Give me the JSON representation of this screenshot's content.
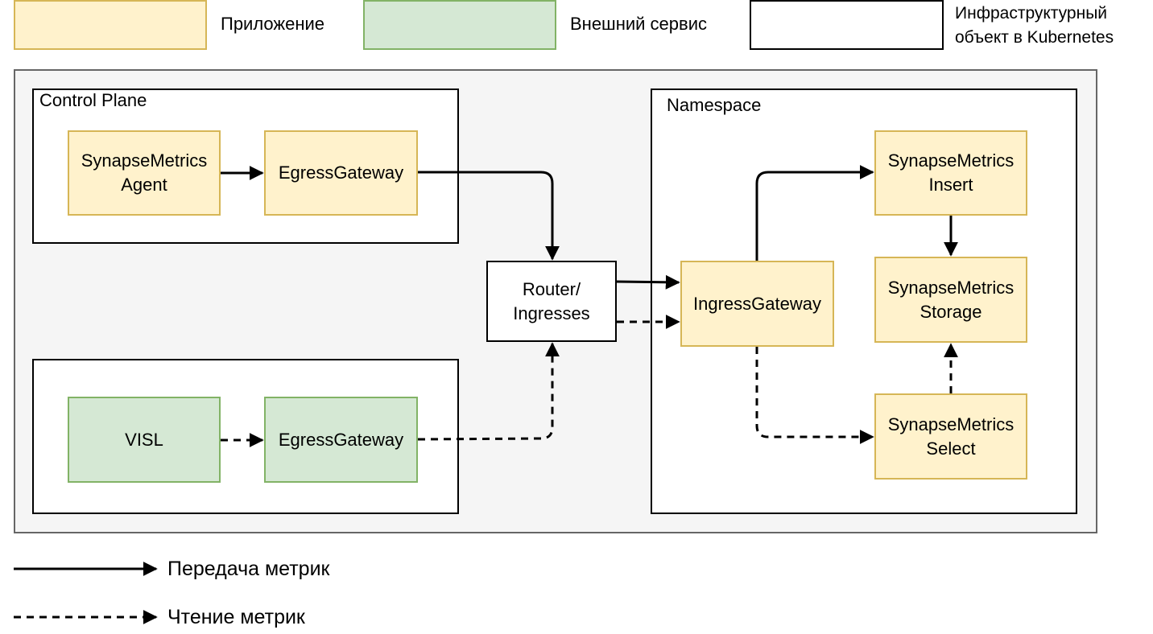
{
  "legend": {
    "application": "Приложение",
    "external_service": "Внешний сервис",
    "infra_object": "Инфраструктурный\nобъект в Kubernetes",
    "send_metrics": "Передача метрик",
    "read_metrics": "Чтение метрик"
  },
  "control_plane": {
    "title": "Control Plane",
    "agent": "SynapseMetrics\nAgent",
    "egress": "EgressGateway"
  },
  "visl_block": {
    "visl": "VISL",
    "egress": "EgressGateway"
  },
  "router": "Router/\nIngresses",
  "namespace": {
    "title": "Namespace",
    "ingress": "IngressGateway",
    "insert": "SynapseMetrics\nInsert",
    "storage": "SynapseMetrics\nStorage",
    "select": "SynapseMetrics\nSelect"
  },
  "colors": {
    "app_fill": "#fff2cc",
    "app_stroke": "#d6b656",
    "ext_fill": "#d5e8d4",
    "ext_stroke": "#82b366",
    "outer_fill": "#f5f5f5",
    "outer_stroke": "#666666"
  }
}
